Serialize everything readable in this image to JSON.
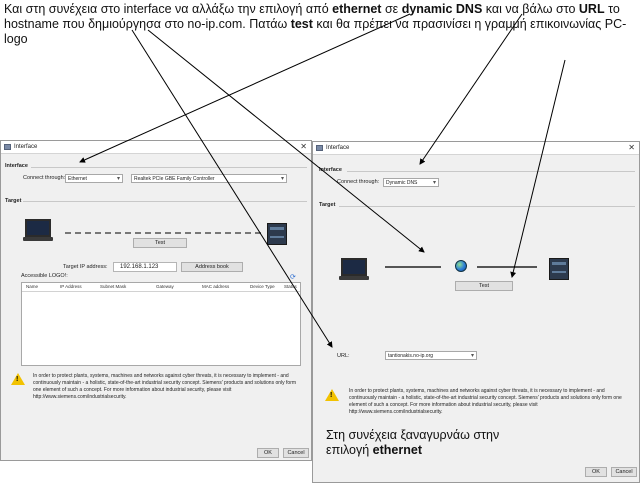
{
  "caption": {
    "p1": "Και στη συνέχεια στο interface να αλλάξω την επιλογή από ",
    "w1": "ethernet",
    "p2": " σε ",
    "w2": "dynamic DNS",
    "p3": " και να βάλω στο ",
    "w3": "URL",
    "p4": " το hostname που δημιούργησα στο no-ip.com. Πατάω ",
    "w4": "test",
    "p5": " και θα πρέπει να πρασινίσει η γραμμή επικοινωνίας PC-logo"
  },
  "note": {
    "line1": "Στη συνέχεια ξαναγυρνάω στην",
    "line2_prefix": "επιλογή ",
    "line2_bold": "ethernet"
  },
  "dialog_a": {
    "title": "Interface",
    "interface_label": "Interface",
    "connect_label": "Connect through:",
    "connect_value": "Ethernet",
    "adapter_value": "Realtek PCIe GBE Family Controller",
    "target_label": "Target",
    "test_button": "Test",
    "ip_label": "Target IP address:",
    "ip_value": "192.168.1.123",
    "address_book_button": "Address book",
    "accessible_label": "Accessible LOGO!:",
    "columns": [
      "Name",
      "IP Address",
      "Subnet Mask",
      "Gateway",
      "MAC address",
      "Device Type",
      "Status"
    ],
    "security_text": "In order to protect plants, systems, machines and networks against cyber threats, it is necessary to implement - and continuously maintain - a holistic, state-of-the-art industrial security concept. Siemens' products and solutions only form one element of such a concept. For more information about industrial security, please visit http://www.siemens.com/industrialsecurity.",
    "ok_button": "OK",
    "cancel_button": "Cancel"
  },
  "dialog_b": {
    "title": "Interface",
    "interface_label": "Interface",
    "connect_label": "Connect through:",
    "connect_value": "Dynamic DNS",
    "target_label": "Target",
    "test_button": "Test",
    "url_label": "URL:",
    "url_value": "tantionakis.no-ip.org",
    "security_text": "In order to protect plants, systems, machines and networks against cyber threats, it is necessary to implement - and continuously maintain - a holistic, state-of-the-art industrial security concept. Siemens' products and solutions only form one element of such a concept. For more information about industrial security, please visit http://www.siemens.com/industrialsecurity.",
    "ok_button": "OK",
    "cancel_button": "Cancel"
  },
  "colors": {
    "dialog_bg": "#f0f0f0",
    "warning": "#f2c200",
    "arrow": "#000000"
  }
}
